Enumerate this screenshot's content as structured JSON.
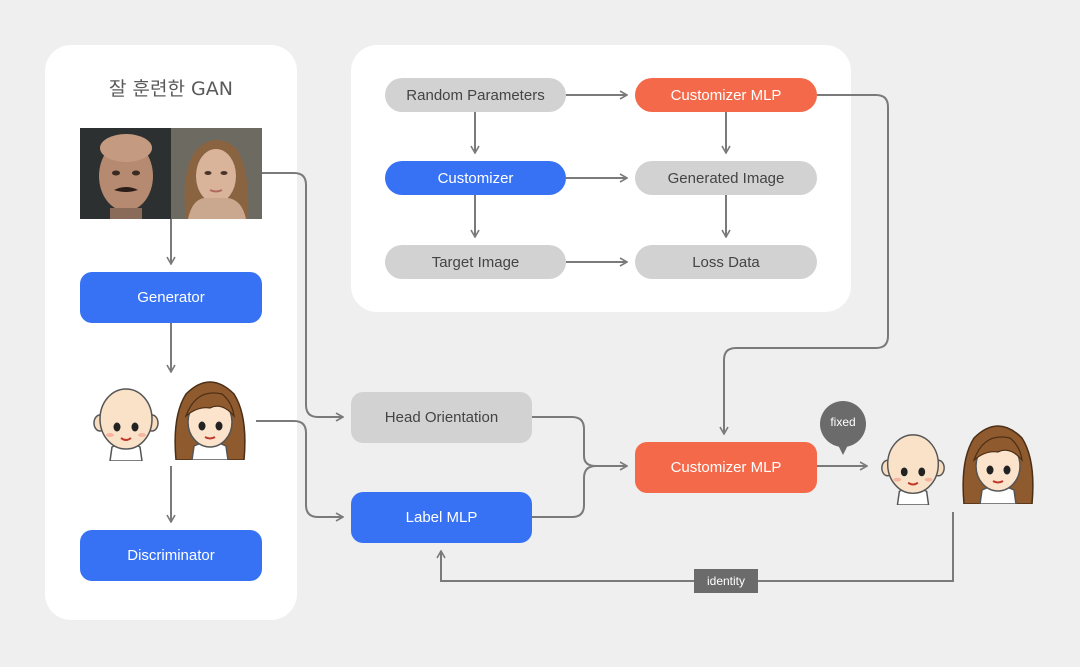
{
  "left_panel": {
    "title": "잘 훈련한 GAN",
    "generator": "Generator",
    "discriminator": "Discriminator"
  },
  "top_panel": {
    "random_parameters": "Random Parameters",
    "customizer_mlp": "Customizer MLP",
    "customizer": "Customizer",
    "generated_image": "Generated Image",
    "target_image": "Target Image",
    "loss_data": "Loss Data"
  },
  "flow": {
    "head_orientation": "Head Orientation",
    "label_mlp": "Label MLP",
    "customizer_mlp": "Customizer MLP",
    "fixed": "fixed",
    "identity": "identity"
  },
  "colors": {
    "blue": "#3772f5",
    "orange": "#f4694a",
    "gray": "#d2d2d2",
    "arrow": "#7a7a7a"
  }
}
